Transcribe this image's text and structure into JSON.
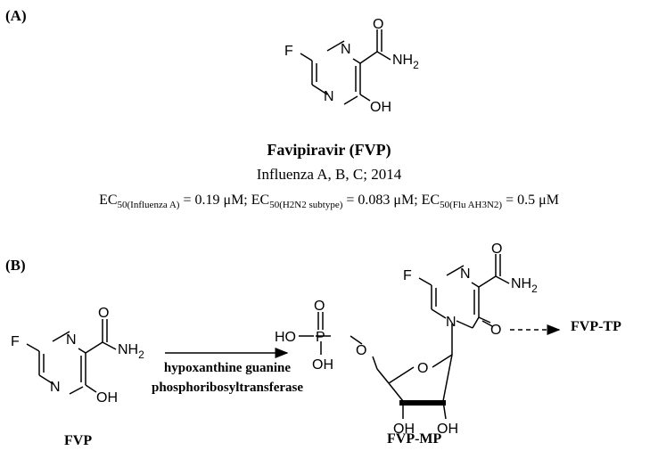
{
  "panelA": {
    "label": "(A)",
    "atoms": {
      "F": "F",
      "N1": "N",
      "N2": "N",
      "OH": "OH",
      "O": "O",
      "NH2": "NH",
      "sub2": "2"
    },
    "title": "Favipiravir (FVP)",
    "subtitle": "Influenza A, B, C; 2014",
    "ec": [
      {
        "pre": "EC",
        "sub": "50(Influenza A)",
        "val": " = 0.19 μM; "
      },
      {
        "pre": "EC",
        "sub": "50(H2N2 subtype)",
        "val": " = 0.083 μM; "
      },
      {
        "pre": "EC",
        "sub": "50(Flu AH3N2)",
        "val": " = 0.5 μM"
      }
    ]
  },
  "panelB": {
    "label": "(B)",
    "fvp_label": "FVP",
    "fvpmp_label": "FVP-MP",
    "fvptp_label": "FVP-TP",
    "enzyme_line1": "hypoxanthine guanine",
    "enzyme_line2": "phosphoribosyltransferase",
    "atoms": {
      "F": "F",
      "N1": "N",
      "N2": "N",
      "OH": "OH",
      "O": "O",
      "NH2": "NH",
      "sub2": "2",
      "HO": "HO",
      "P": "P",
      "OH_p": "OH",
      "O_p": "O",
      "O_ester": "O",
      "O_ring": "O",
      "OH_3": "OH",
      "OH_2": "OH"
    }
  }
}
